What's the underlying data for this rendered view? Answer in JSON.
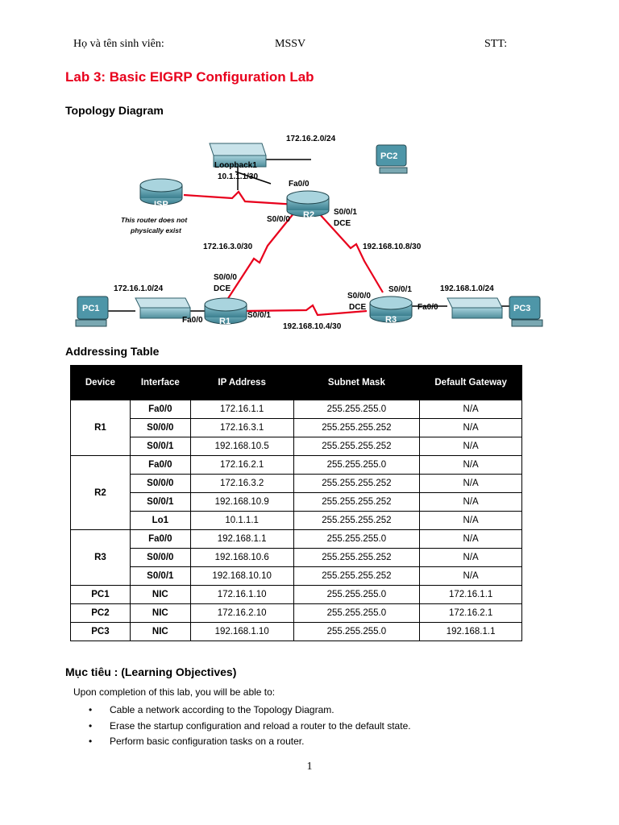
{
  "header": {
    "name_label": "Họ và tên sinh viên:",
    "id_label": "MSSV",
    "seq_label": "STT:"
  },
  "title": "Lab 3: Basic EIGRP Configuration Lab",
  "topology_heading": "Topology Diagram",
  "topology": {
    "isp_label": "ISP",
    "isp_note_line1": "This router does not",
    "isp_note_line2": "physically exist",
    "loopback_line1": "Loopback1",
    "loopback_line2": "10.1.1.1/30",
    "r1": "R1",
    "r2": "R2",
    "r3": "R3",
    "pc1": "PC1",
    "pc2": "PC2",
    "pc3": "PC3",
    "net_r2_lan": "172.16.2.0/24",
    "net_r1_lan": "172.16.1.0/24",
    "net_r3_lan": "192.168.1.0/24",
    "net_r1_r2": "172.16.3.0/30",
    "net_r2_r3": "192.168.10.8/30",
    "net_r1_r3": "192.168.10.4/30",
    "r2_fa": "Fa0/0",
    "r2_s000": "S0/0/0",
    "r2_s001": "S0/0/1",
    "r2_dce": "DCE",
    "r1_s000": "S0/0/0",
    "r1_dce": "DCE",
    "r1_s001": "S0/0/1",
    "r1_fa": "Fa0/0",
    "r3_s000": "S0/0/0",
    "r3_dce": "DCE",
    "r3_s001": "S0/0/1",
    "r3_fa": "Fa0/0"
  },
  "addressing_heading": "Addressing Table",
  "table": {
    "headers": [
      "Device",
      "Interface",
      "IP Address",
      "Subnet Mask",
      "Default Gateway"
    ],
    "groups": [
      {
        "device": "R1",
        "rows": [
          [
            "Fa0/0",
            "172.16.1.1",
            "255.255.255.0",
            "N/A"
          ],
          [
            "S0/0/0",
            "172.16.3.1",
            "255.255.255.252",
            "N/A"
          ],
          [
            "S0/0/1",
            "192.168.10.5",
            "255.255.255.252",
            "N/A"
          ]
        ]
      },
      {
        "device": "R2",
        "rows": [
          [
            "Fa0/0",
            "172.16.2.1",
            "255.255.255.0",
            "N/A"
          ],
          [
            "S0/0/0",
            "172.16.3.2",
            "255.255.255.252",
            "N/A"
          ],
          [
            "S0/0/1",
            "192.168.10.9",
            "255.255.255.252",
            "N/A"
          ],
          [
            "Lo1",
            "10.1.1.1",
            "255.255.255.252",
            "N/A"
          ]
        ]
      },
      {
        "device": "R3",
        "rows": [
          [
            "Fa0/0",
            "192.168.1.1",
            "255.255.255.0",
            "N/A"
          ],
          [
            "S0/0/0",
            "192.168.10.6",
            "255.255.255.252",
            "N/A"
          ],
          [
            "S0/0/1",
            "192.168.10.10",
            "255.255.255.252",
            "N/A"
          ]
        ]
      },
      {
        "device": "PC1",
        "rows": [
          [
            "NIC",
            "172.16.1.10",
            "255.255.255.0",
            "172.16.1.1"
          ]
        ]
      },
      {
        "device": "PC2",
        "rows": [
          [
            "NIC",
            "172.16.2.10",
            "255.255.255.0",
            "172.16.2.1"
          ]
        ]
      },
      {
        "device": "PC3",
        "rows": [
          [
            "NIC",
            "192.168.1.10",
            "255.255.255.0",
            "192.168.1.1"
          ]
        ]
      }
    ]
  },
  "objectives_heading": "Mục tiêu : (Learning Objectives)",
  "objectives_intro": "Upon completion of this lab, you will be able to:",
  "objectives": [
    "Cable a network according to the Topology Diagram.",
    "Erase the startup configuration and reload a router to the default state.",
    "Perform basic configuration tasks on a router."
  ],
  "bullet": "•",
  "page_number": "1",
  "colors": {
    "title": "#e8001c",
    "serial_link": "#e8001c",
    "router_fill": "#4a8a9a",
    "table_header_bg": "#000000"
  }
}
